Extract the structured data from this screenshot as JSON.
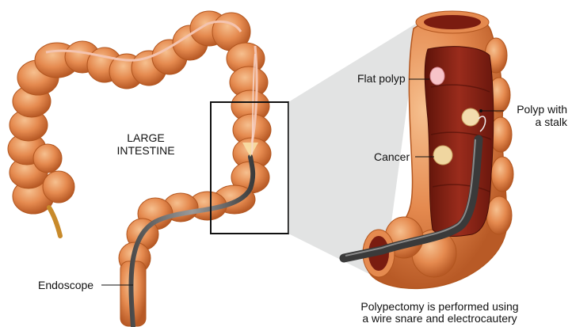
{
  "diagram": {
    "large_intestine": [
      "LARGE",
      "INTESTINE"
    ],
    "endoscope": "Endoscope",
    "flat_polyp": "Flat polyp",
    "cancer": "Cancer",
    "polyp_stalk": [
      "Polyp with",
      "a stalk"
    ],
    "caption": [
      "Polypectomy is performed using",
      "a wire snare and electrocautery"
    ]
  },
  "colors": {
    "colon": "#e58a4f",
    "colon_shadow": "#c8662d",
    "colon_light": "#f3b27c",
    "inner_wall": "#8a2217",
    "endoscope": "#6b6b6b"
  }
}
